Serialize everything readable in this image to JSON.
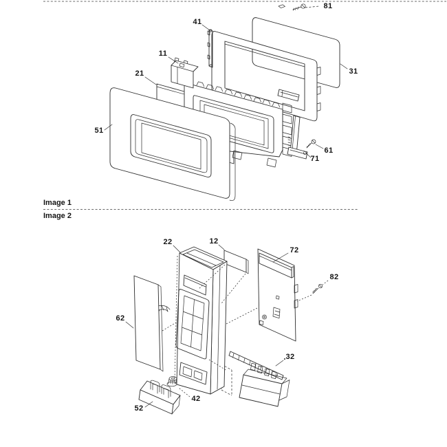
{
  "document": {
    "background": "#ffffff",
    "line_color": "#2b2b2b",
    "sections": [
      {
        "caption": "Image 1",
        "part_labels": [
          "81",
          "41",
          "11",
          "21",
          "51",
          "31",
          "61",
          "71"
        ]
      },
      {
        "caption": "Image 2",
        "part_labels": [
          "22",
          "12",
          "72",
          "82",
          "62",
          "32",
          "42",
          "52"
        ]
      }
    ]
  }
}
